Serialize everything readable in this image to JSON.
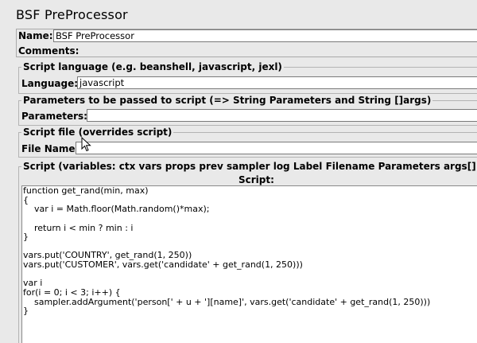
{
  "title": "BSF PreProcessor",
  "name_label": "Name:",
  "name_value": "BSF PreProcessor",
  "comments_label": "Comments:",
  "language_group": {
    "legend": "Script language (e.g. beanshell, javascript, jexl)",
    "label": "Language:",
    "value": "javascript"
  },
  "params_group": {
    "legend": "Parameters to be passed to script (=> String Parameters and String []args)",
    "label": "Parameters:",
    "value": ""
  },
  "file_group": {
    "legend": "Script file (overrides script)",
    "label": "File Name:",
    "value": ""
  },
  "script_group": {
    "legend": "Script (variables: ctx vars props prev sampler log Label Filename Parameters args[] OUT)",
    "header": "Script:",
    "lines": [
      "function get_rand(min, max)",
      "{",
      "    var i = Math.floor(Math.random()*max);",
      "",
      "    return i < min ? min : i",
      "}",
      "",
      "vars.put('COUNTRY', get_rand(1, 250))",
      "vars.put('CUSTOMER', vars.get('candidate' + get_rand(1, 250)))",
      "",
      "var i",
      "for(i = 0; i < 3; i++) {",
      "    sampler.addArgument('person[' + u + '][name]', vars.get('candidate' + get_rand(1, 250)))",
      "}"
    ]
  }
}
